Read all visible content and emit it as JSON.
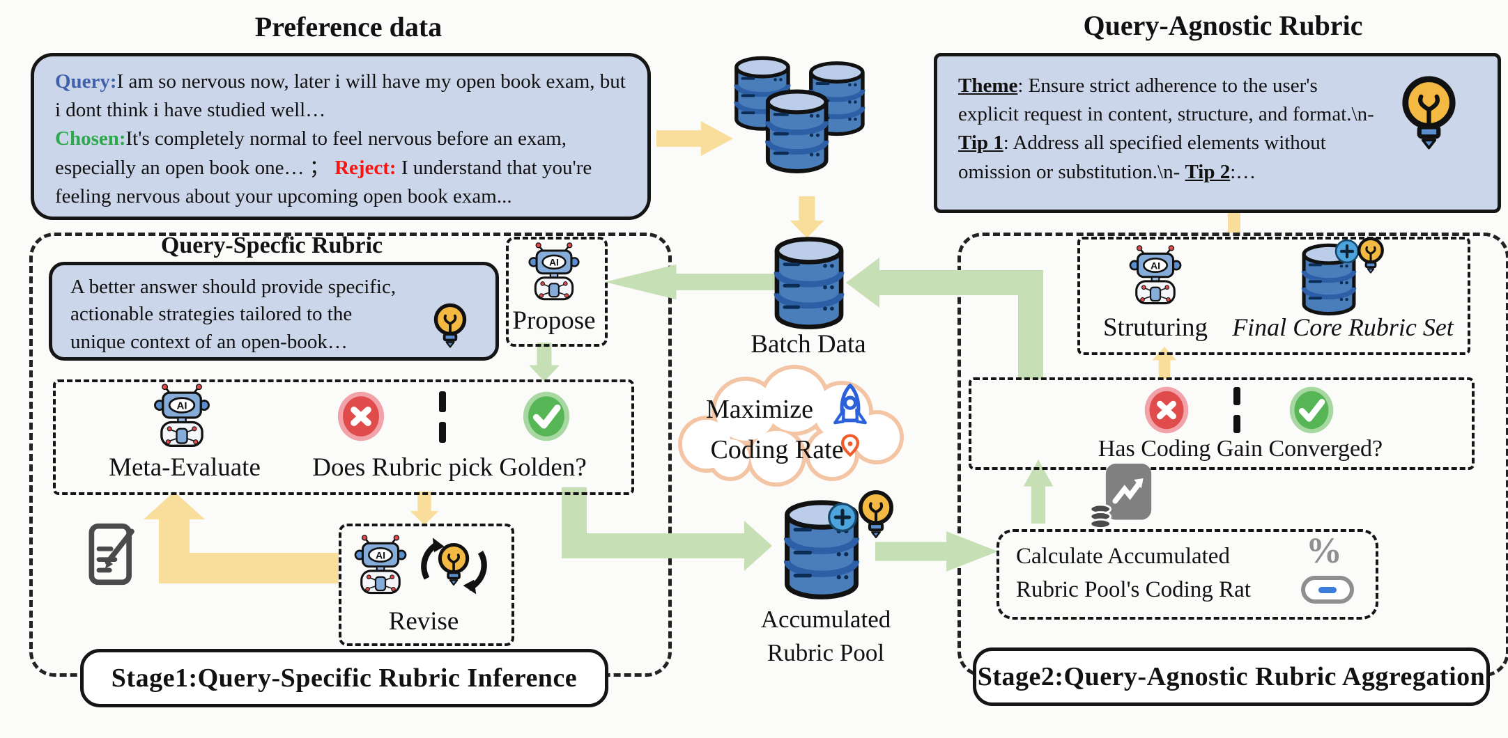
{
  "colors": {
    "bg": "#fbfbf9",
    "panel-blue": "#ccd6ea",
    "arrow-yellow": "#f9dd9b",
    "arrow-green": "#c6dfb4",
    "db-blue": "#4a7ebb",
    "db-blue-dark": "#2d5fa6",
    "db-light": "#bccde9",
    "bulb-orange": "#f4b942",
    "bulb-base": "#5b8fd0",
    "red-badge": "#e04b4b",
    "red-badge-ring": "#f2a3a9",
    "green-badge": "#56b656",
    "green-badge-ring": "#a8d8a2",
    "cloud-stroke": "#f3c5a4",
    "rocket-blue": "#2b62d9",
    "pin-orange": "#f25c2a",
    "gray-icon": "#808080",
    "edit-gray": "#4a4a4a",
    "query-blue": "#3f61ac",
    "chosen-green": "#2ea84d",
    "reject-red": "#fa1410",
    "percent-gray": "#8f8f8f",
    "pill-blue": "#3b7dd8",
    "plus-blue": "#4da3dc",
    "robot-head": "#86add9"
  },
  "preference": {
    "title": "Preference data",
    "query_label": "Query:",
    "query_text": "I am so nervous now, later i will have my open book exam, but i dont think i have studied well…",
    "chosen_label": "Chosen:",
    "chosen_text": "It's completely normal to feel nervous before an exam, especially an open book one… ； ",
    "reject_label": "Reject:",
    "reject_text": " I understand that you're feeling nervous about your upcoming open book exam..."
  },
  "query_agnostic": {
    "title": "Query-Agnostic Rubric",
    "theme_label": "Theme",
    "theme_rest": ": Ensure strict adherence to the user's explicit request in content, structure, and format.\\n- ",
    "tip1_label": "Tip 1",
    "tip1_rest": ": Address all specified elements without omission or substitution.\\n- ",
    "tip2_label": "Tip 2",
    "tip2_rest": ":…"
  },
  "qs_rubric": {
    "title": "Query-Specfic Rubric",
    "text": "A better answer should provide specific, actionable strategies tailored to the unique context of an open-book…"
  },
  "propose": {
    "label": "Propose"
  },
  "meta": {
    "label": "Meta-Evaluate",
    "question": "Does Rubric pick Golden?"
  },
  "revise": {
    "label": "Revise"
  },
  "batch": {
    "label": "Batch Data"
  },
  "cloud": {
    "line1": "Maximize",
    "line2": "Coding Rate"
  },
  "pool": {
    "line1": "Accumulated",
    "line2": "Rubric Pool"
  },
  "calculate": {
    "line1": "Calculate Accumulated",
    "line2": "Rubric Pool's Coding Rat"
  },
  "converged": {
    "question": "Has  Coding Gain Converged?"
  },
  "structuring": {
    "label": "Struturing",
    "final_label": "Final Core Rubric Set"
  },
  "stage1": {
    "label": "Stage1:Query-Specific Rubric Inference"
  },
  "stage2": {
    "label": "Stage2:Query-Agnostic Rubric Aggregation"
  },
  "icons": {
    "robot_text": "AI",
    "percent": "%"
  }
}
